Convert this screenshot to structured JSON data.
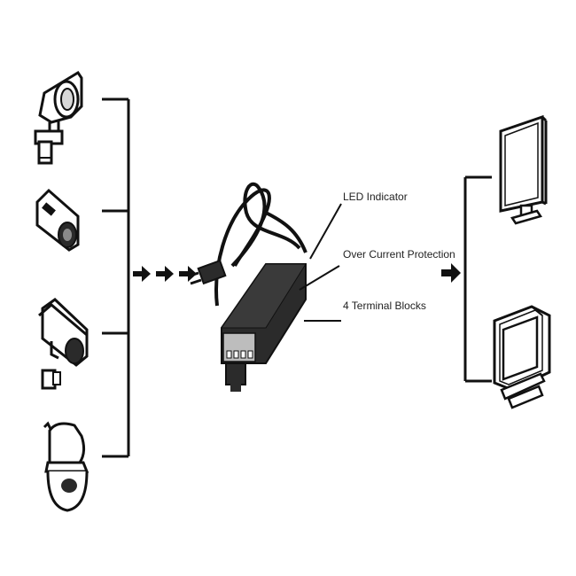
{
  "labels": {
    "led_indicator": "LED Indicator",
    "over_current_protection": "Over Current Protection",
    "terminal_blocks": "4 Terminal Blocks"
  },
  "icons": {
    "cameras": [
      "bullet-camera-icon",
      "box-camera-icon",
      "housing-camera-icon",
      "dome-camera-icon"
    ],
    "adapter": "power-adapter-icon",
    "monitors": [
      "lcd-monitor-icon",
      "crt-monitor-icon"
    ],
    "arrows": "arrow-right-icon"
  },
  "colors": {
    "line": "#111111",
    "adapter_body": "#2b2b2b",
    "terminal_panel": "#bdbdbd"
  }
}
